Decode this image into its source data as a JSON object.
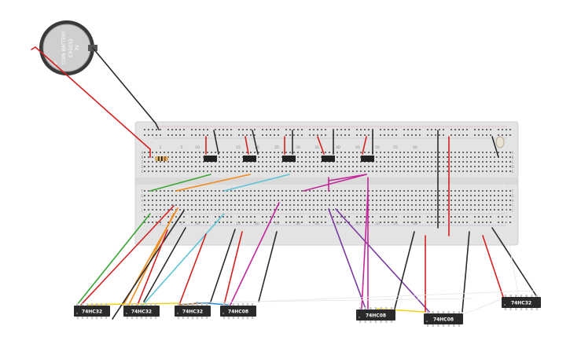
{
  "battery": {
    "line1": "+",
    "line2": "COIN BATTERY",
    "line3": "CR2032",
    "line4": "3V"
  },
  "breadboard": {
    "column_numbers": [
      "1",
      "5",
      "10",
      "15",
      "20",
      "25",
      "30",
      "35",
      "40",
      "45",
      "50",
      "55",
      "60"
    ],
    "row_letters_top": [
      "A",
      "B",
      "C",
      "D",
      "E"
    ],
    "row_letters_bottom": [
      "F",
      "G",
      "H",
      "I",
      "J"
    ]
  },
  "chips": [
    {
      "label": "74HC32"
    },
    {
      "label": "74HC32"
    },
    {
      "label": "74HC32"
    },
    {
      "label": "74HC08"
    },
    {
      "label": "74HC08"
    },
    {
      "label": "74HC08"
    },
    {
      "label": "74HC32"
    }
  ],
  "wire_colors": {
    "red": "#d42020",
    "black": "#2b2b2b",
    "green": "#3aa635",
    "orange": "#f08a1c",
    "cyan": "#5cc3d6",
    "magenta": "#c2279a",
    "purple": "#7a3aa0",
    "yellow": "#f2d21b",
    "brown": "#a0652a",
    "blue": "#2c8bd6",
    "white": "#e6e6e6"
  }
}
